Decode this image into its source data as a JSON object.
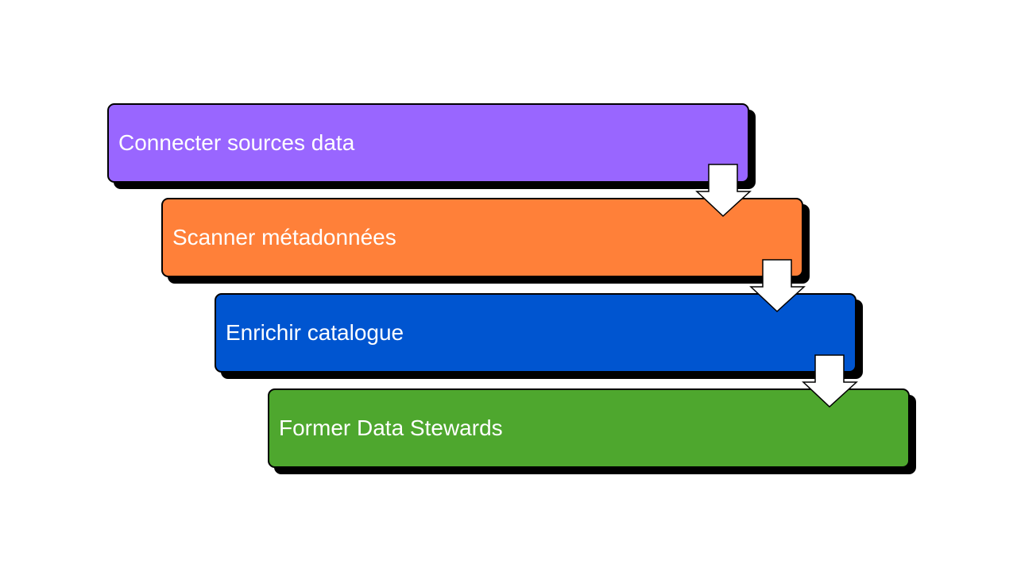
{
  "steps": [
    {
      "label": "Connecter sources data",
      "color": "#9966FF"
    },
    {
      "label": "Scanner métadonnées",
      "color": "#FF8039"
    },
    {
      "label": "Enrichir catalogue",
      "color": "#0055D0"
    },
    {
      "label": "Former Data Stewards",
      "color": "#4EA72E"
    }
  ],
  "arrow_fill": "#FFFFFF",
  "arrow_stroke": "#000000"
}
